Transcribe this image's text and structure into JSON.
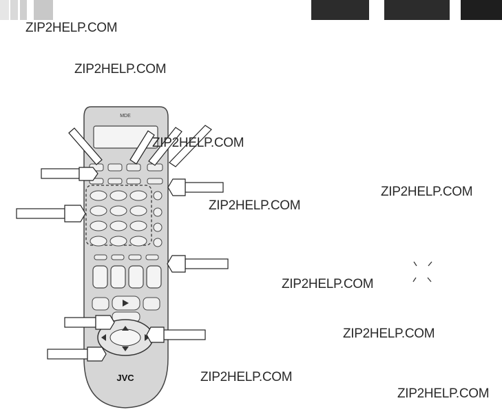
{
  "watermark": {
    "text": "ZIP2HELP.COM"
  },
  "remote": {
    "top_label": "MDE",
    "brand": "JVC"
  },
  "colors": {
    "page_background": "#ffffff",
    "remote_body": "#d6d6d6",
    "remote_outline": "#444444",
    "header_block_light": "#cfcfcf",
    "header_block_dark": "#2c2c2c",
    "text": "#2a2a2a"
  }
}
